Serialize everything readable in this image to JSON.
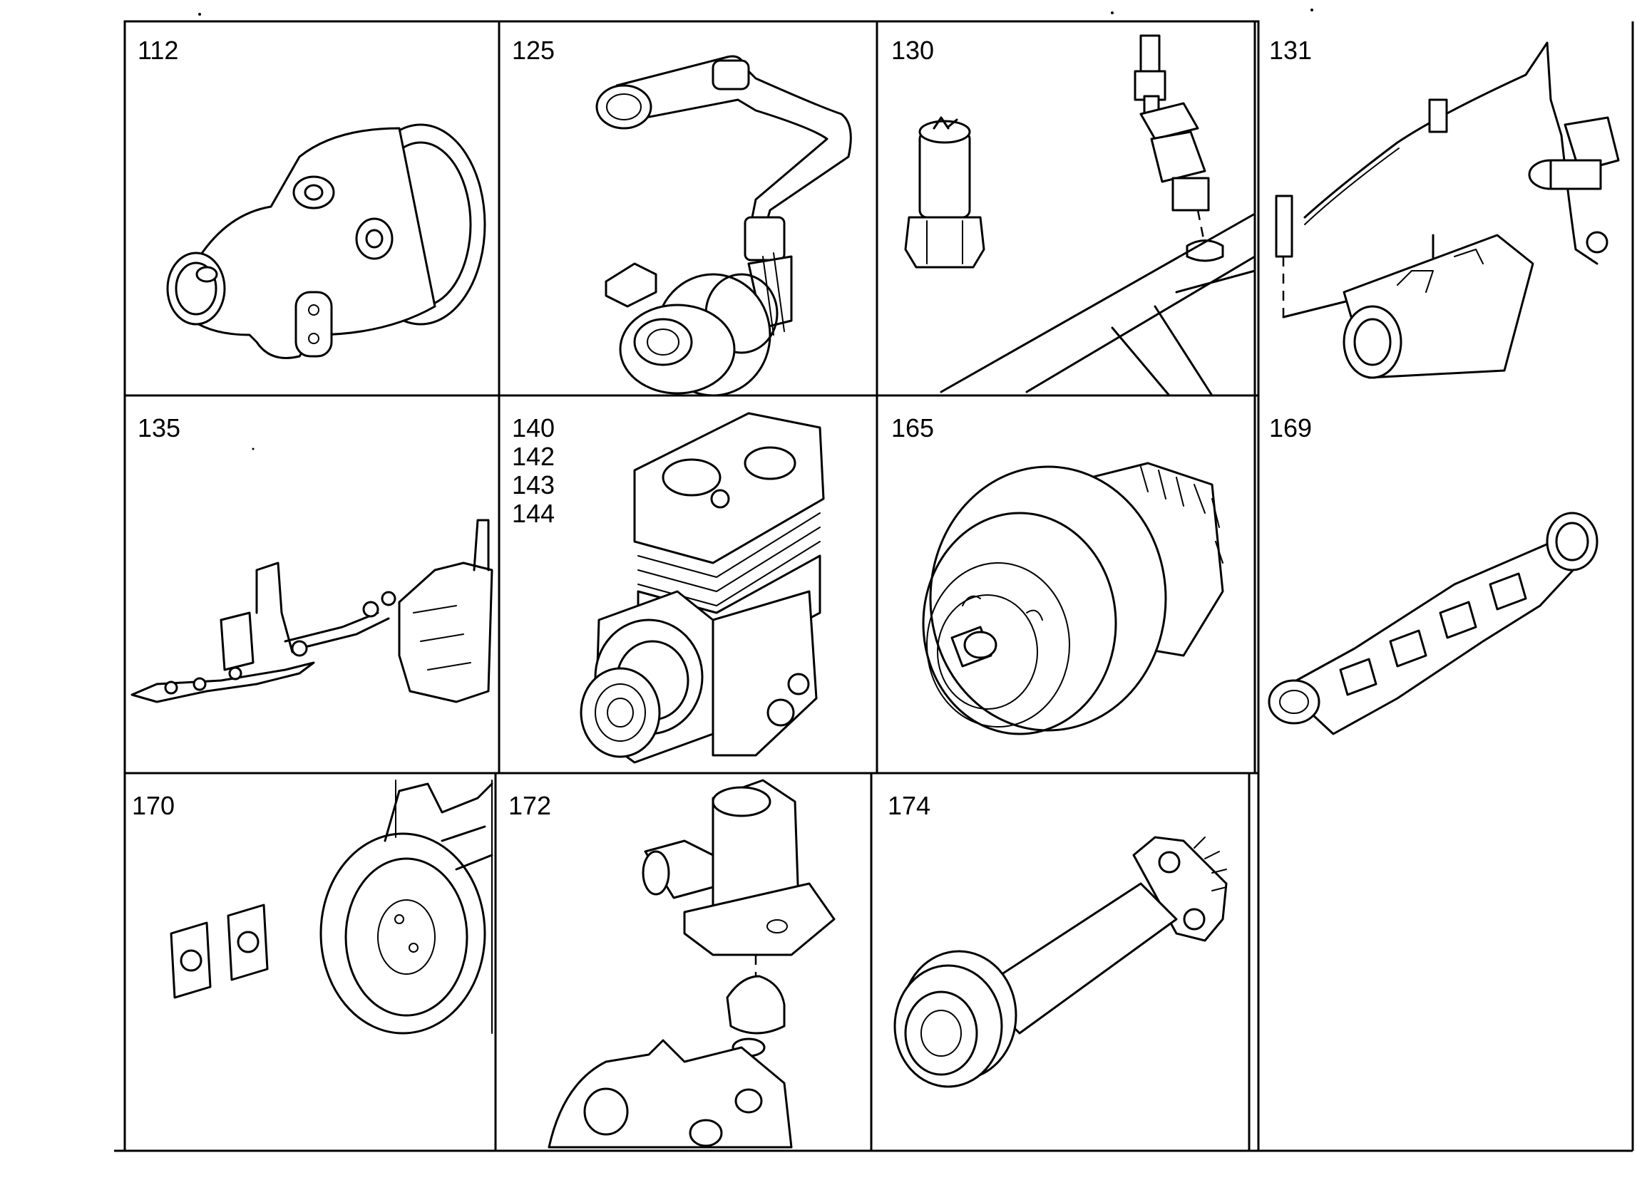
{
  "cells": [
    {
      "labels": [
        "112"
      ],
      "icon": "air-intake-elbow-icon"
    },
    {
      "labels": [
        "125"
      ],
      "icon": "turbocharger-hose-icon"
    },
    {
      "labels": [
        "130"
      ],
      "icon": "glow-plug-sensor-icon"
    },
    {
      "labels": [
        "131"
      ],
      "icon": "fuel-line-valve-icon"
    },
    {
      "labels": [
        "135"
      ],
      "icon": "linkage-bracket-icon"
    },
    {
      "labels": [
        "140",
        "142",
        "143",
        "144"
      ],
      "icon": "air-compressor-icon"
    },
    {
      "labels": [
        "165"
      ],
      "icon": "fan-clutch-pulley-icon"
    },
    {
      "labels": [
        "169"
      ],
      "icon": "exhaust-manifold-icon"
    },
    {
      "labels": [
        "170"
      ],
      "icon": "flywheel-housing-gasket-icon"
    },
    {
      "labels": [
        "172"
      ],
      "icon": "thermostat-housing-icon"
    },
    {
      "labels": [
        "174"
      ],
      "icon": "drive-shaft-gear-icon"
    },
    {
      "labels": [],
      "icon": "empty-cell"
    }
  ]
}
